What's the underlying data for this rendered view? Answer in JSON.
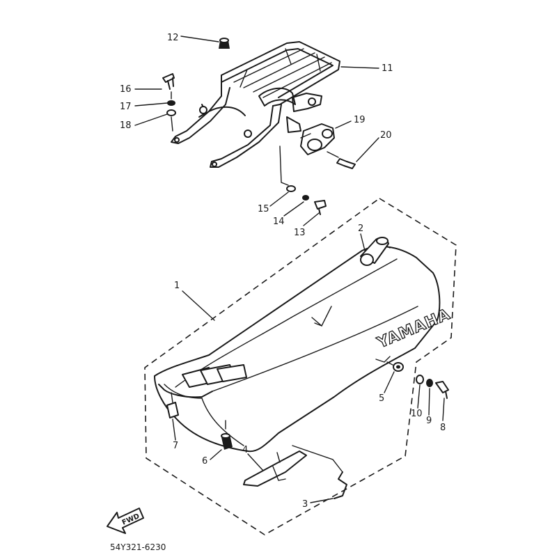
{
  "diagram": {
    "drawing_code": "54Y321-6230",
    "seat_brand": "YAMAHA",
    "direction_label": "FWD",
    "callouts": [
      "1",
      "2",
      "3",
      "4",
      "5",
      "6",
      "7",
      "8",
      "9",
      "10",
      "11",
      "12",
      "13",
      "14",
      "15",
      "16",
      "17",
      "18",
      "19",
      "20"
    ]
  }
}
